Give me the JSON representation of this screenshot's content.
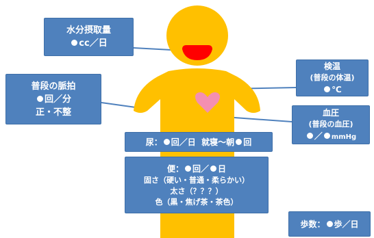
{
  "water": {
    "title": "水分摂取量",
    "value_unit": "cc／日"
  },
  "pulse": {
    "title": "普段の脈拍",
    "value_unit": "回／分",
    "rhythm": "正・不整"
  },
  "temperature": {
    "title": "検温",
    "subtitle": "(普段の体温)",
    "unit": "℃"
  },
  "blood_pressure": {
    "title": "血圧",
    "subtitle": "(普段の血圧)",
    "separator": "／",
    "unit": "mmHg"
  },
  "urine": {
    "label": "尿：",
    "per_day": "回／日",
    "night_label": "就寝〜朝",
    "night_unit": "回"
  },
  "stool": {
    "label": "便：",
    "count_unit": "回／",
    "day_unit": "日",
    "hardness": "固さ（硬い・普通・柔らかい）",
    "thickness": "太さ（？？？）",
    "color": "色（黒・焦げ茶・茶色）"
  },
  "steps": {
    "label": "歩数：",
    "unit": "歩／日"
  },
  "colors": {
    "box": "#4f81bd",
    "figure": "#ffc000",
    "mouth": "#ff0000",
    "heart": "#f48fb1"
  }
}
